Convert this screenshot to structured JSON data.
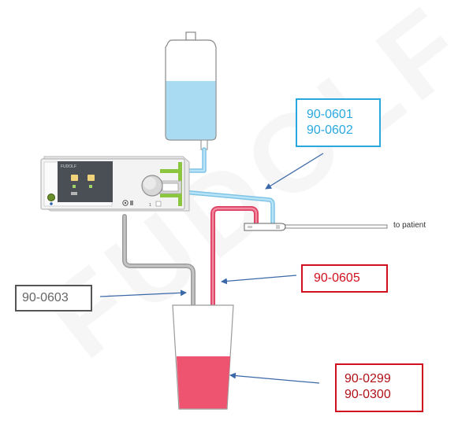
{
  "watermark": "FUDOLF",
  "labels": {
    "saline_tubing": [
      "90-0601",
      "90-0602"
    ],
    "return_tubing": "90-0605",
    "drain_tubing": "90-0603",
    "collection_container": [
      "90-0299",
      "90-0300"
    ],
    "patient": "to patient"
  },
  "device": {
    "brand": "FUDOLF"
  },
  "colors": {
    "saline": "#a9dcf2",
    "saline_line": "#8ccfee",
    "saline_label": "#29a8e0",
    "return_line": "#e85a78",
    "fluid_red": "#ee5470",
    "red_label": "#d0101c",
    "drain_line": "#b5b5b5",
    "drain_label": "#666666",
    "arrow": "#3b68a8",
    "device_accent": "#8cc63f"
  }
}
